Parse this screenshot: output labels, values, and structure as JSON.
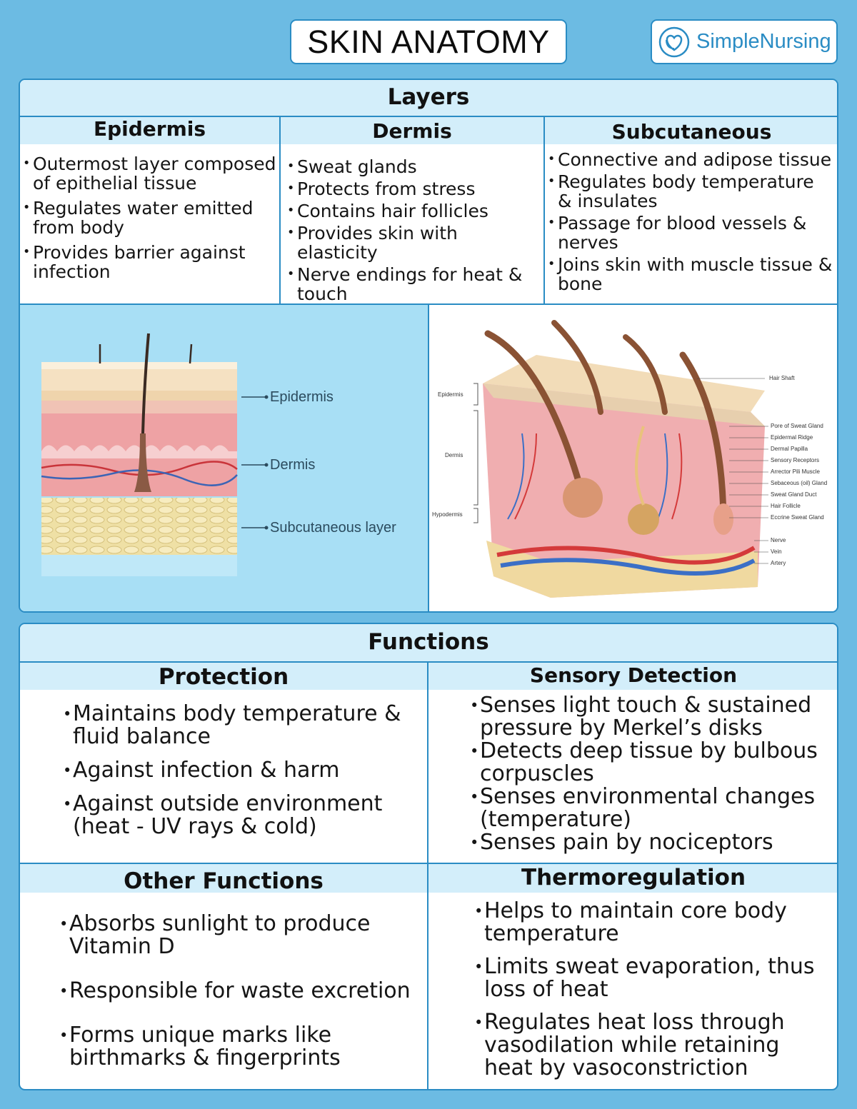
{
  "title": "SKIN ANATOMY",
  "logo": {
    "text": "SimpleNursing",
    "icon": "heart-stethoscope-icon"
  },
  "layers": {
    "heading": "Layers",
    "columns": [
      {
        "title": "Epidermis",
        "items": [
          "Outermost layer composed of epithelial tissue",
          "Regulates water emitted from body",
          "Provides barrier against infection"
        ]
      },
      {
        "title": "Dermis",
        "items": [
          "Sweat glands",
          "Protects from stress",
          "Contains hair follicles",
          "Provides skin with elasticity",
          "Nerve endings for heat & touch"
        ]
      },
      {
        "title": "Subcutaneous",
        "items": [
          "Connective and adipose tissue",
          "Regulates body temperature & insulates",
          "Passage for blood vessels & nerves",
          "Joins skin with muscle tissue & bone"
        ]
      }
    ]
  },
  "diagram_left": {
    "labels": [
      "Epidermis",
      "Dermis",
      "Subcutaneous layer"
    ]
  },
  "diagram_right": {
    "left_labels": [
      "Epidermis",
      "Dermis",
      "Hypodermis"
    ],
    "right_labels": [
      "Hair Shaft",
      "Pore of Sweat Gland",
      "Epidermal Ridge",
      "Dermal Papilla",
      "Sensory Receptors",
      "Arrector Pili Muscle",
      "Sebaceous (oil) Gland",
      "Sweat Gland Duct",
      "Hair Follicle",
      "Eccrine Sweat Gland",
      "Nerve",
      "Vein",
      "Artery"
    ]
  },
  "functions": {
    "heading": "Functions",
    "protection": {
      "title": "Protection",
      "items": [
        "Maintains body temperature & fluid balance",
        "Against infection & harm",
        "Against outside environment (heat - UV rays & cold)"
      ]
    },
    "sensory": {
      "title": "Sensory Detection",
      "items": [
        "Senses light touch & sustained pressure by Merkel’s disks",
        "Detects deep tissue by bulbous corpuscles",
        "Senses environmental changes (temperature)",
        "Senses pain by nociceptors"
      ]
    },
    "other": {
      "title": "Other Functions",
      "items": [
        "Absorbs sunlight to produce Vitamin D",
        "Responsible for waste excretion",
        "Forms unique marks like birthmarks & fingerprints"
      ]
    },
    "thermo": {
      "title": "Thermoregulation",
      "items": [
        "Helps to maintain core body temperature",
        "Limits sweat evaporation, thus loss of heat",
        "Regulates heat loss through vasodilation while retaining heat by vasoconstriction"
      ]
    }
  },
  "colors": {
    "border": "#2a8cc4",
    "header_bg": "#d3eefa",
    "page_bg": "#6cbbe3"
  }
}
